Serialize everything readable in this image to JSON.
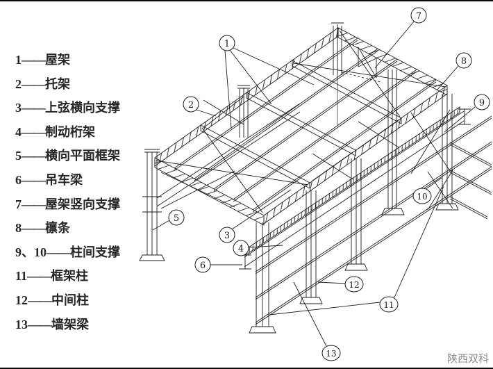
{
  "legend": {
    "separator": "——",
    "items": [
      {
        "id": "1",
        "name": "屋架"
      },
      {
        "id": "2",
        "name": "托架"
      },
      {
        "id": "3",
        "name": "上弦横向支撑"
      },
      {
        "id": "4",
        "name": "制动桁架"
      },
      {
        "id": "5",
        "name": "横向平面框架"
      },
      {
        "id": "6",
        "name": "吊车梁"
      },
      {
        "id": "7",
        "name": "屋架竖向支撑"
      },
      {
        "id": "8",
        "name": "檩条"
      },
      {
        "id": "9、10",
        "name": "柱间支撑"
      },
      {
        "id": "11",
        "name": "框架柱"
      },
      {
        "id": "12",
        "name": "中间柱"
      },
      {
        "id": "13",
        "name": "墙架梁"
      }
    ]
  },
  "diagram": {
    "callouts": [
      {
        "num": "1"
      },
      {
        "num": "2"
      },
      {
        "num": "3"
      },
      {
        "num": "4"
      },
      {
        "num": "5"
      },
      {
        "num": "6"
      },
      {
        "num": "7"
      },
      {
        "num": "8"
      },
      {
        "num": "9"
      },
      {
        "num": "10"
      },
      {
        "num": "11"
      },
      {
        "num": "12"
      },
      {
        "num": "13"
      }
    ]
  },
  "watermark": "陕西双科",
  "colors": {
    "line": "#1c1c1c",
    "text": "#262626",
    "watermark": "#8c8c8c",
    "background": "#ffffff"
  }
}
